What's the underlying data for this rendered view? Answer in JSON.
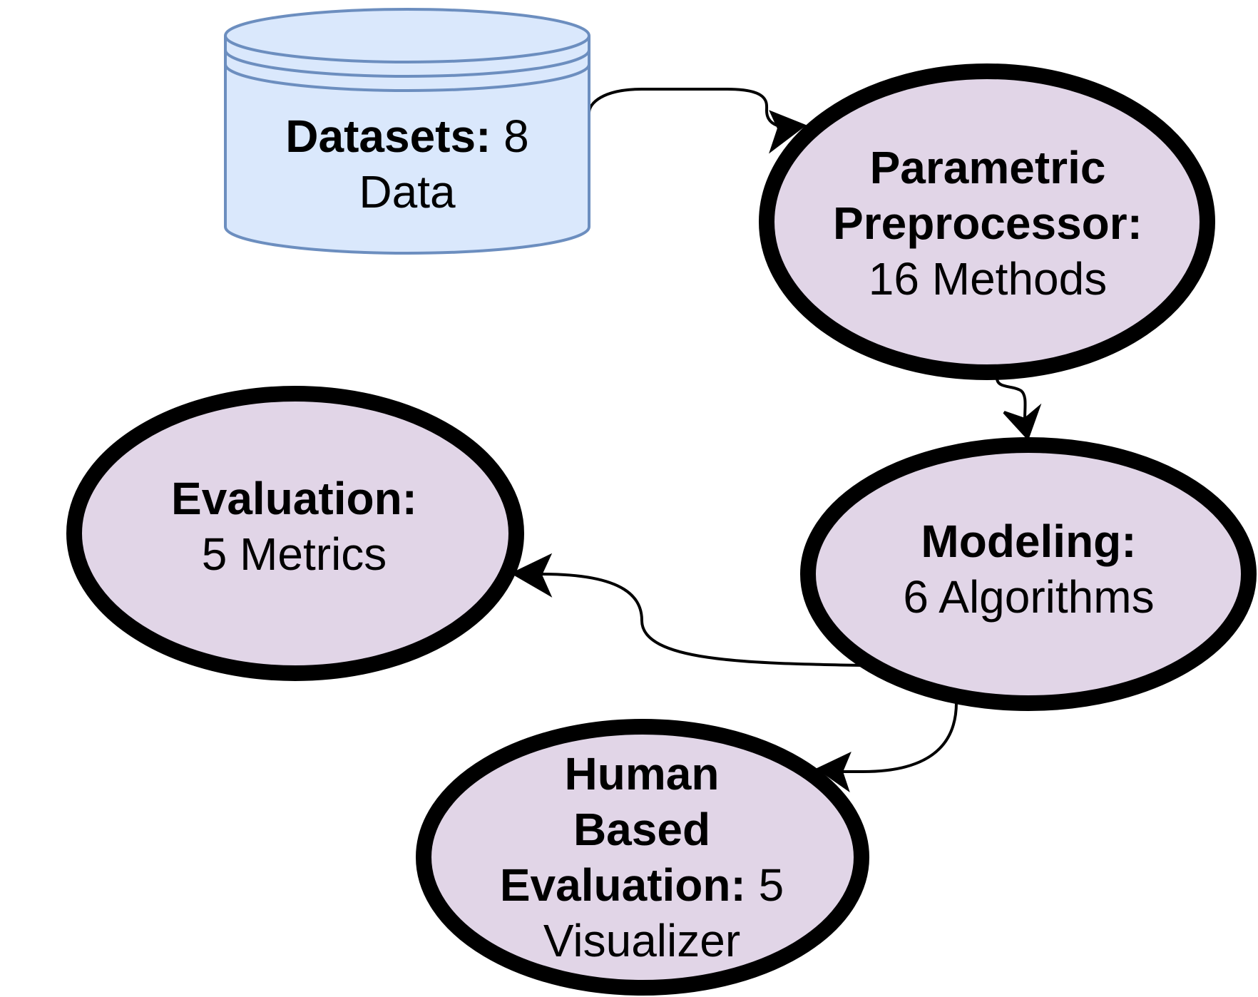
{
  "colors": {
    "cylinder_fill": "#dae8fc",
    "cylinder_stroke": "#6c8ebf",
    "ellipse_fill": "#e1d5e7",
    "ellipse_stroke": "#000000",
    "edge": "#000000"
  },
  "nodes": {
    "datasets": {
      "bold": "Datasets:",
      "value": "8",
      "sub": "Data"
    },
    "preprocessor": {
      "bold1": "Parametric",
      "bold2": "Preprocessor:",
      "sub": "16 Methods"
    },
    "modeling": {
      "bold": "Modeling:",
      "sub": "6 Algorithms"
    },
    "evaluation": {
      "bold": "Evaluation:",
      "sub": "5 Metrics"
    },
    "human": {
      "bold1": "Human",
      "bold2": "Based",
      "bold3": "Evaluation:",
      "value": "5",
      "sub": "Visualizer"
    }
  },
  "edges": [
    {
      "from": "datasets",
      "to": "preprocessor"
    },
    {
      "from": "preprocessor",
      "to": "modeling"
    },
    {
      "from": "modeling",
      "to": "evaluation"
    },
    {
      "from": "modeling",
      "to": "human"
    }
  ]
}
